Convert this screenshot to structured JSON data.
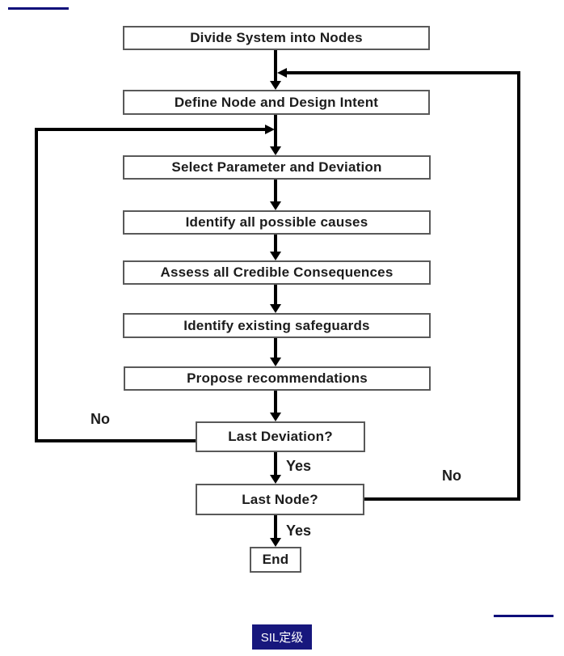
{
  "diagram": {
    "type": "flowchart",
    "nodes": [
      {
        "id": "divide-system",
        "label": "Divide System into Nodes"
      },
      {
        "id": "define-node",
        "label": "Define Node and Design Intent"
      },
      {
        "id": "select-parameter",
        "label": "Select Parameter and Deviation"
      },
      {
        "id": "identify-causes",
        "label": "Identify all possible causes"
      },
      {
        "id": "assess-consequences",
        "label": "Assess all Credible Consequences"
      },
      {
        "id": "identify-safeguards",
        "label": "Identify existing safeguards"
      },
      {
        "id": "propose-recommendations",
        "label": "Propose recommendations"
      },
      {
        "id": "last-deviation",
        "label": "Last Deviation?"
      },
      {
        "id": "last-node",
        "label": "Last Node?"
      },
      {
        "id": "end",
        "label": "End"
      }
    ],
    "edge_labels": {
      "last_deviation_no": "No",
      "last_deviation_yes": "Yes",
      "last_node_no": "No",
      "last_node_yes": "Yes"
    }
  },
  "footer": {
    "badge_label": "SIL定级"
  },
  "colors": {
    "accent_line": "#0e0e7a",
    "badge_background": "#17177d",
    "badge_text": "#ffffff",
    "arrow": "#000000",
    "box_border": "#595959",
    "box_text": "#1c1c1c"
  }
}
